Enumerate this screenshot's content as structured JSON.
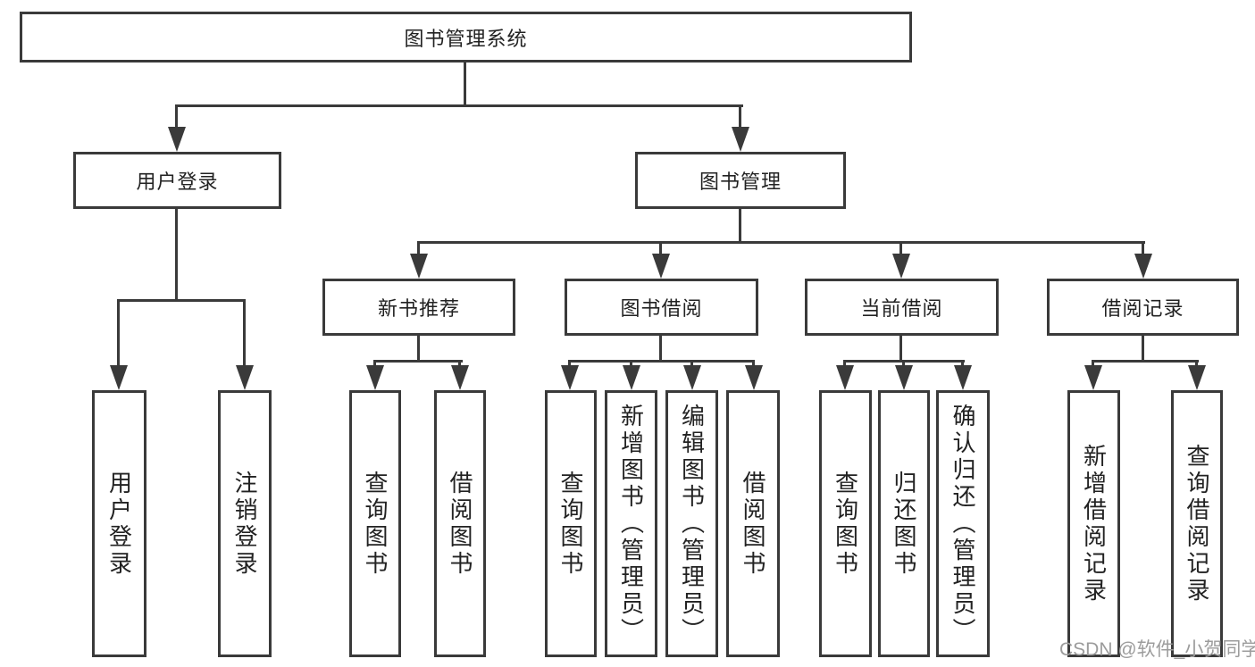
{
  "tree": {
    "root": "图书管理系统",
    "branches": [
      {
        "label": "用户登录",
        "children": [
          "用户登录",
          "注销登录"
        ]
      },
      {
        "label": "图书管理",
        "sections": [
          {
            "label": "新书推荐",
            "children": [
              "查询图书",
              "借阅图书"
            ]
          },
          {
            "label": "图书借阅",
            "children": [
              "查询图书",
              "新增图书（管理员）",
              "编辑图书（管理员）",
              "借阅图书"
            ]
          },
          {
            "label": "当前借阅",
            "children": [
              "查询图书",
              "归还图书",
              "确认归还（管理员）"
            ]
          },
          {
            "label": "借阅记录",
            "children": [
              "新增借阅记录",
              "查询借阅记录"
            ]
          }
        ]
      }
    ]
  },
  "watermark": {
    "text": "CSDN @软件_小贺同学"
  },
  "colors": {
    "line": "#3a3a3a",
    "text": "#222222",
    "watermark": "#9c9c9c",
    "background": "#ffffff"
  }
}
